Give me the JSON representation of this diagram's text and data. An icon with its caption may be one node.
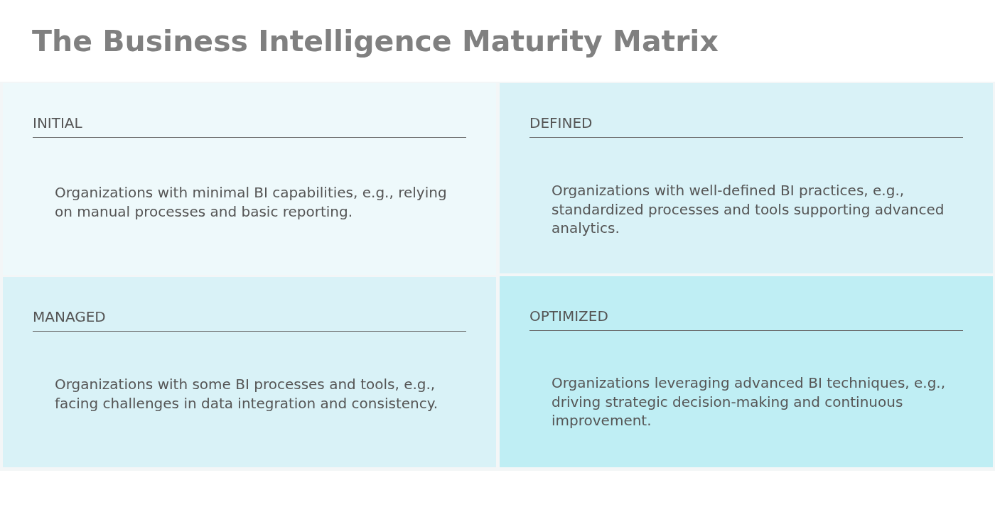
{
  "diagram": {
    "title": "The Business Intelligence Maturity Matrix",
    "nodes": [
      {
        "text": [
          "INITIAL",
          "Organizations with minimal BI capabilities, e.g., relying on manual processes and basic reporting."
        ]
      },
      {
        "text": [
          "DEFINED",
          "Organizations with well-defined BI practices, e.g., standardized processes and tools supporting advanced analytics."
        ]
      },
      {
        "text": [
          "MANAGED",
          "Organizations with some BI processes and tools, e.g., facing challenges in data integration and consistency."
        ]
      },
      {
        "text": [
          "OPTIMIZED",
          "Organizations leveraging advanced BI techniques, e.g., driving strategic decision-making and continuous improvement."
        ]
      }
    ]
  }
}
